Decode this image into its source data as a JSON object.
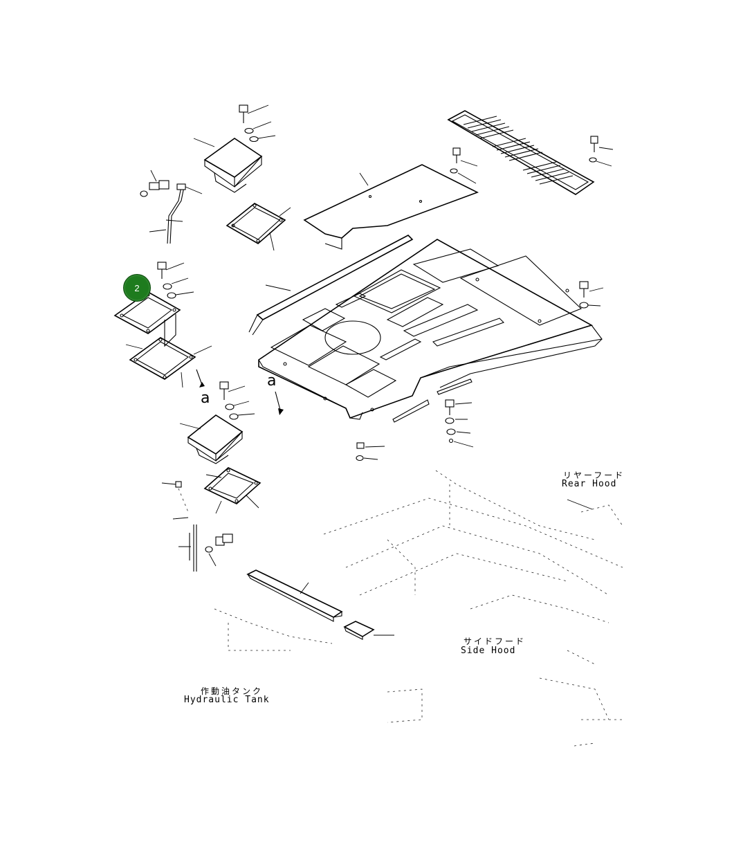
{
  "callouts": [
    {
      "id": "2",
      "color": "#1e7b1e"
    }
  ],
  "arrow_labels": [
    "a",
    "a"
  ],
  "areas": {
    "rear_hood": {
      "jp": "リヤーフード",
      "en": "Rear Hood"
    },
    "side_hood": {
      "jp": "サイドフード",
      "en": "Side Hood"
    },
    "hydraulic_tank": {
      "jp": "作動油タンク",
      "en": "Hydraulic Tank"
    }
  }
}
